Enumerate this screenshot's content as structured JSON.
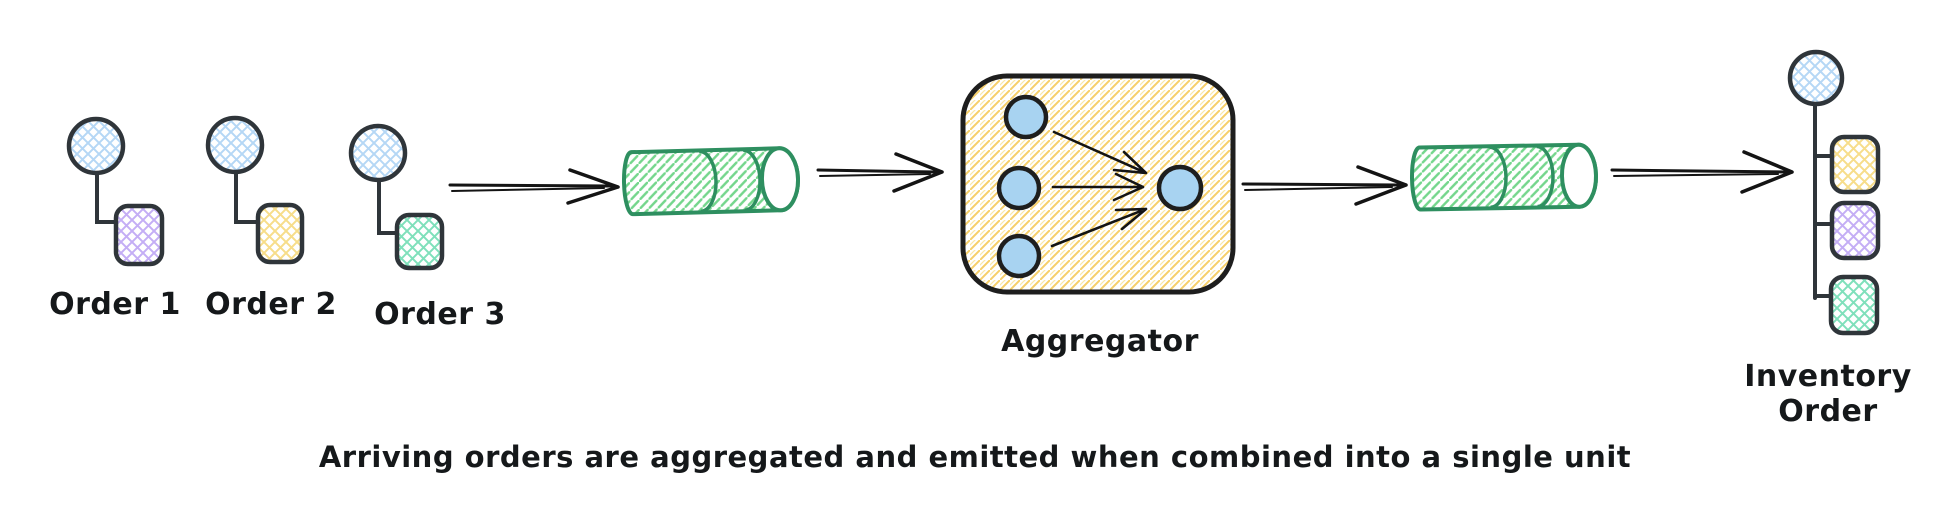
{
  "diagram": {
    "orders": [
      {
        "label": "Order 1",
        "item_color": "#c4aef5"
      },
      {
        "label": "Order 2",
        "item_color": "#f7dd8a"
      },
      {
        "label": "Order 3",
        "item_color": "#7fe0bb"
      }
    ],
    "aggregator": {
      "label": "Aggregator"
    },
    "inventory": {
      "label_line1": "Inventory",
      "label_line2": "Order"
    },
    "caption": "Arriving orders are aggregated and emitted when combined into a single unit",
    "palette": {
      "outline": "#2f353a",
      "ink": "#15181a",
      "order_header_blue": "#aed4f2",
      "aggregator_circle_blue": "#a8d3f1",
      "purple_item": "#c4aef5",
      "yellow_item": "#f7dd8a",
      "mint_item": "#7fe0bb",
      "queue_stroke_green": "#2e8f60",
      "queue_hatch_green": "#74d68c",
      "aggregator_hatch_yellow": "#f6cf6a",
      "background": "#ffffff"
    }
  }
}
